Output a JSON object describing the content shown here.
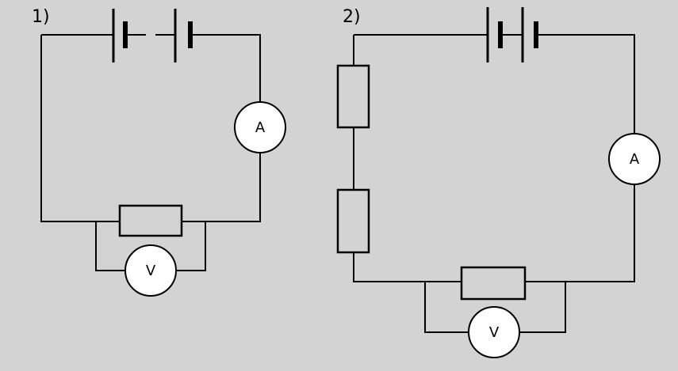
{
  "background_color": "#d3d3d3",
  "line_color": "#000000",
  "circuits": [
    {
      "label": "1)",
      "ammeter_symbol": "A",
      "voltmeter_symbol": "V"
    },
    {
      "label": "2)",
      "ammeter_symbol": "A",
      "voltmeter_symbol": "V"
    }
  ]
}
